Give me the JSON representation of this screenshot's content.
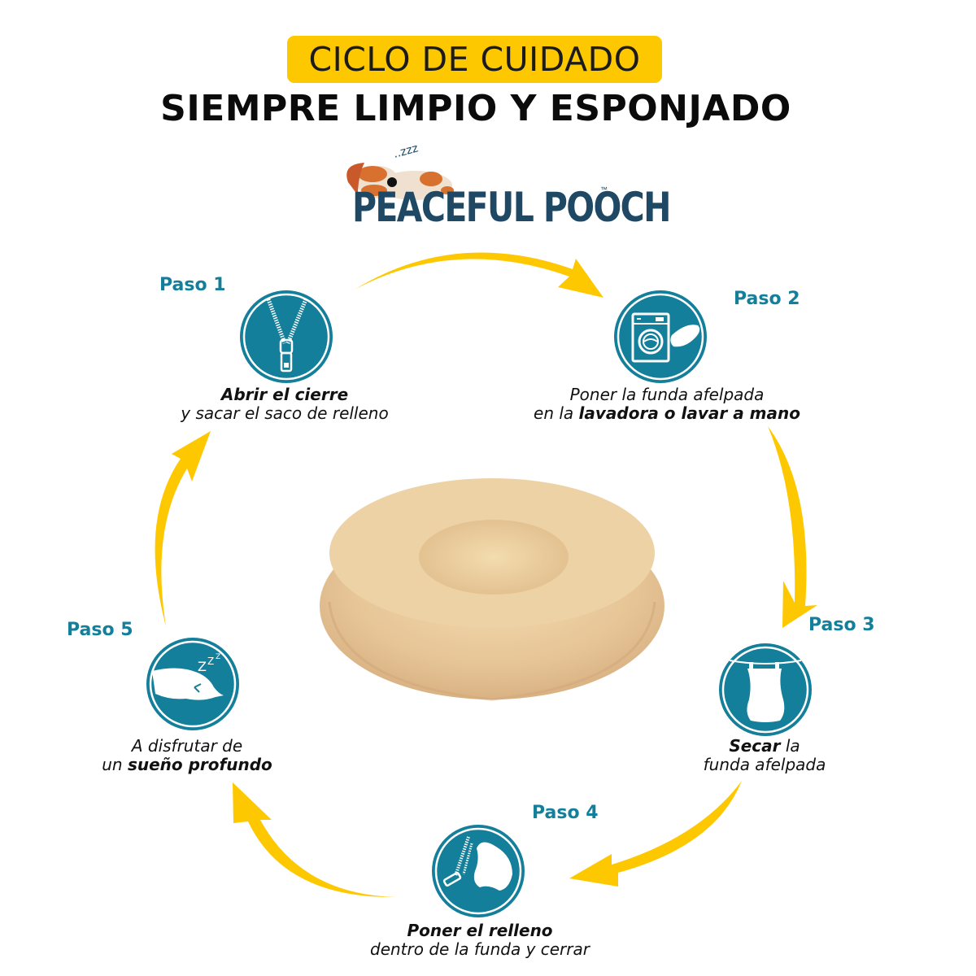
{
  "header": {
    "badge_title": "CICLO DE CUIDADO",
    "subtitle": "SIEMPRE LIMPIO Y ESPONJADO"
  },
  "logo": {
    "brand": "PEACEFUL POOCH",
    "trademark": "™",
    "sleep_text": "..zzz"
  },
  "colors": {
    "accent_yellow": "#fec800",
    "teal": "#137f9a",
    "logo_navy": "#1e4864",
    "bed_beige": "#e9c99a"
  },
  "steps": [
    {
      "label": "Paso 1",
      "icon": "zipper-icon",
      "caption_bold": "Abrir el cierre",
      "caption_line2": "y sacar el saco de relleno"
    },
    {
      "label": "Paso 2",
      "icon": "washing-machine-icon",
      "caption_line1": "Poner la funda afelpada",
      "caption_line2_prefix": "en la ",
      "caption_line2_bold": "lavadora o lavar a mano"
    },
    {
      "label": "Paso 3",
      "icon": "clothesline-icon",
      "caption_bold": "Secar",
      "caption_line1_suffix": " la",
      "caption_line2": "funda afelpada"
    },
    {
      "label": "Paso 4",
      "icon": "zip-cushion-icon",
      "caption_bold": "Poner el relleno",
      "caption_line2": "dentro de la funda y cerrar"
    },
    {
      "label": "Paso 5",
      "icon": "sleeping-dog-icon",
      "caption_line1": "A disfrutar de",
      "caption_line2_prefix": "un ",
      "caption_line2_bold": "sueño profundo",
      "zzz": "Z",
      "zzz2": "Z",
      "zzz3": "Z"
    }
  ],
  "center_image": {
    "subject": "donut-pet-bed-image"
  }
}
